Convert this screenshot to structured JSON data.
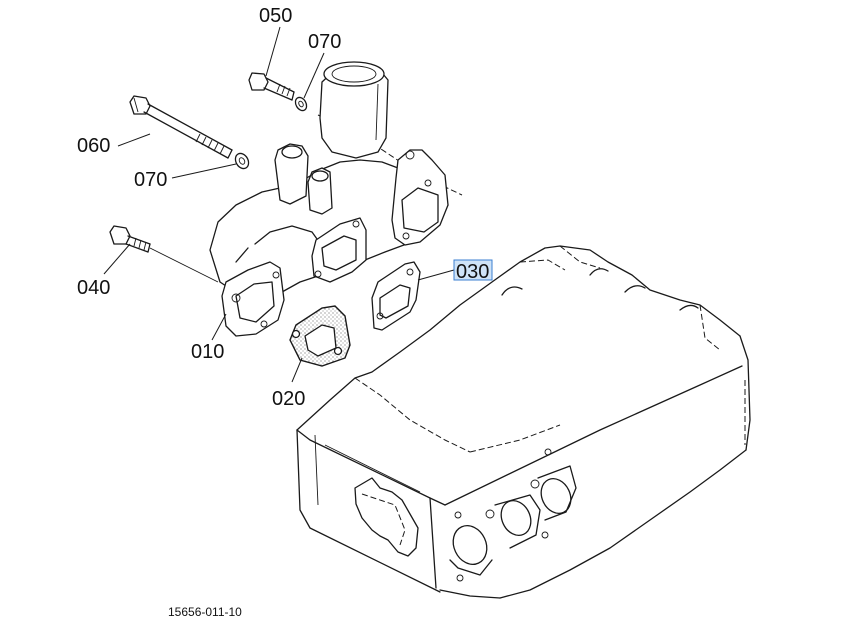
{
  "callouts": {
    "c050_top": "050",
    "c070_top": "070",
    "c060": "060",
    "c070_mid": "070",
    "c040": "040",
    "c030": "030",
    "c010": "010",
    "c020": "020"
  },
  "selected_callout": "030",
  "drawing_code": "15656-011-10",
  "colors": {
    "line": "#1a1a1a",
    "highlight_fill": "#cfe3f7",
    "highlight_border": "#3b7fd1"
  }
}
